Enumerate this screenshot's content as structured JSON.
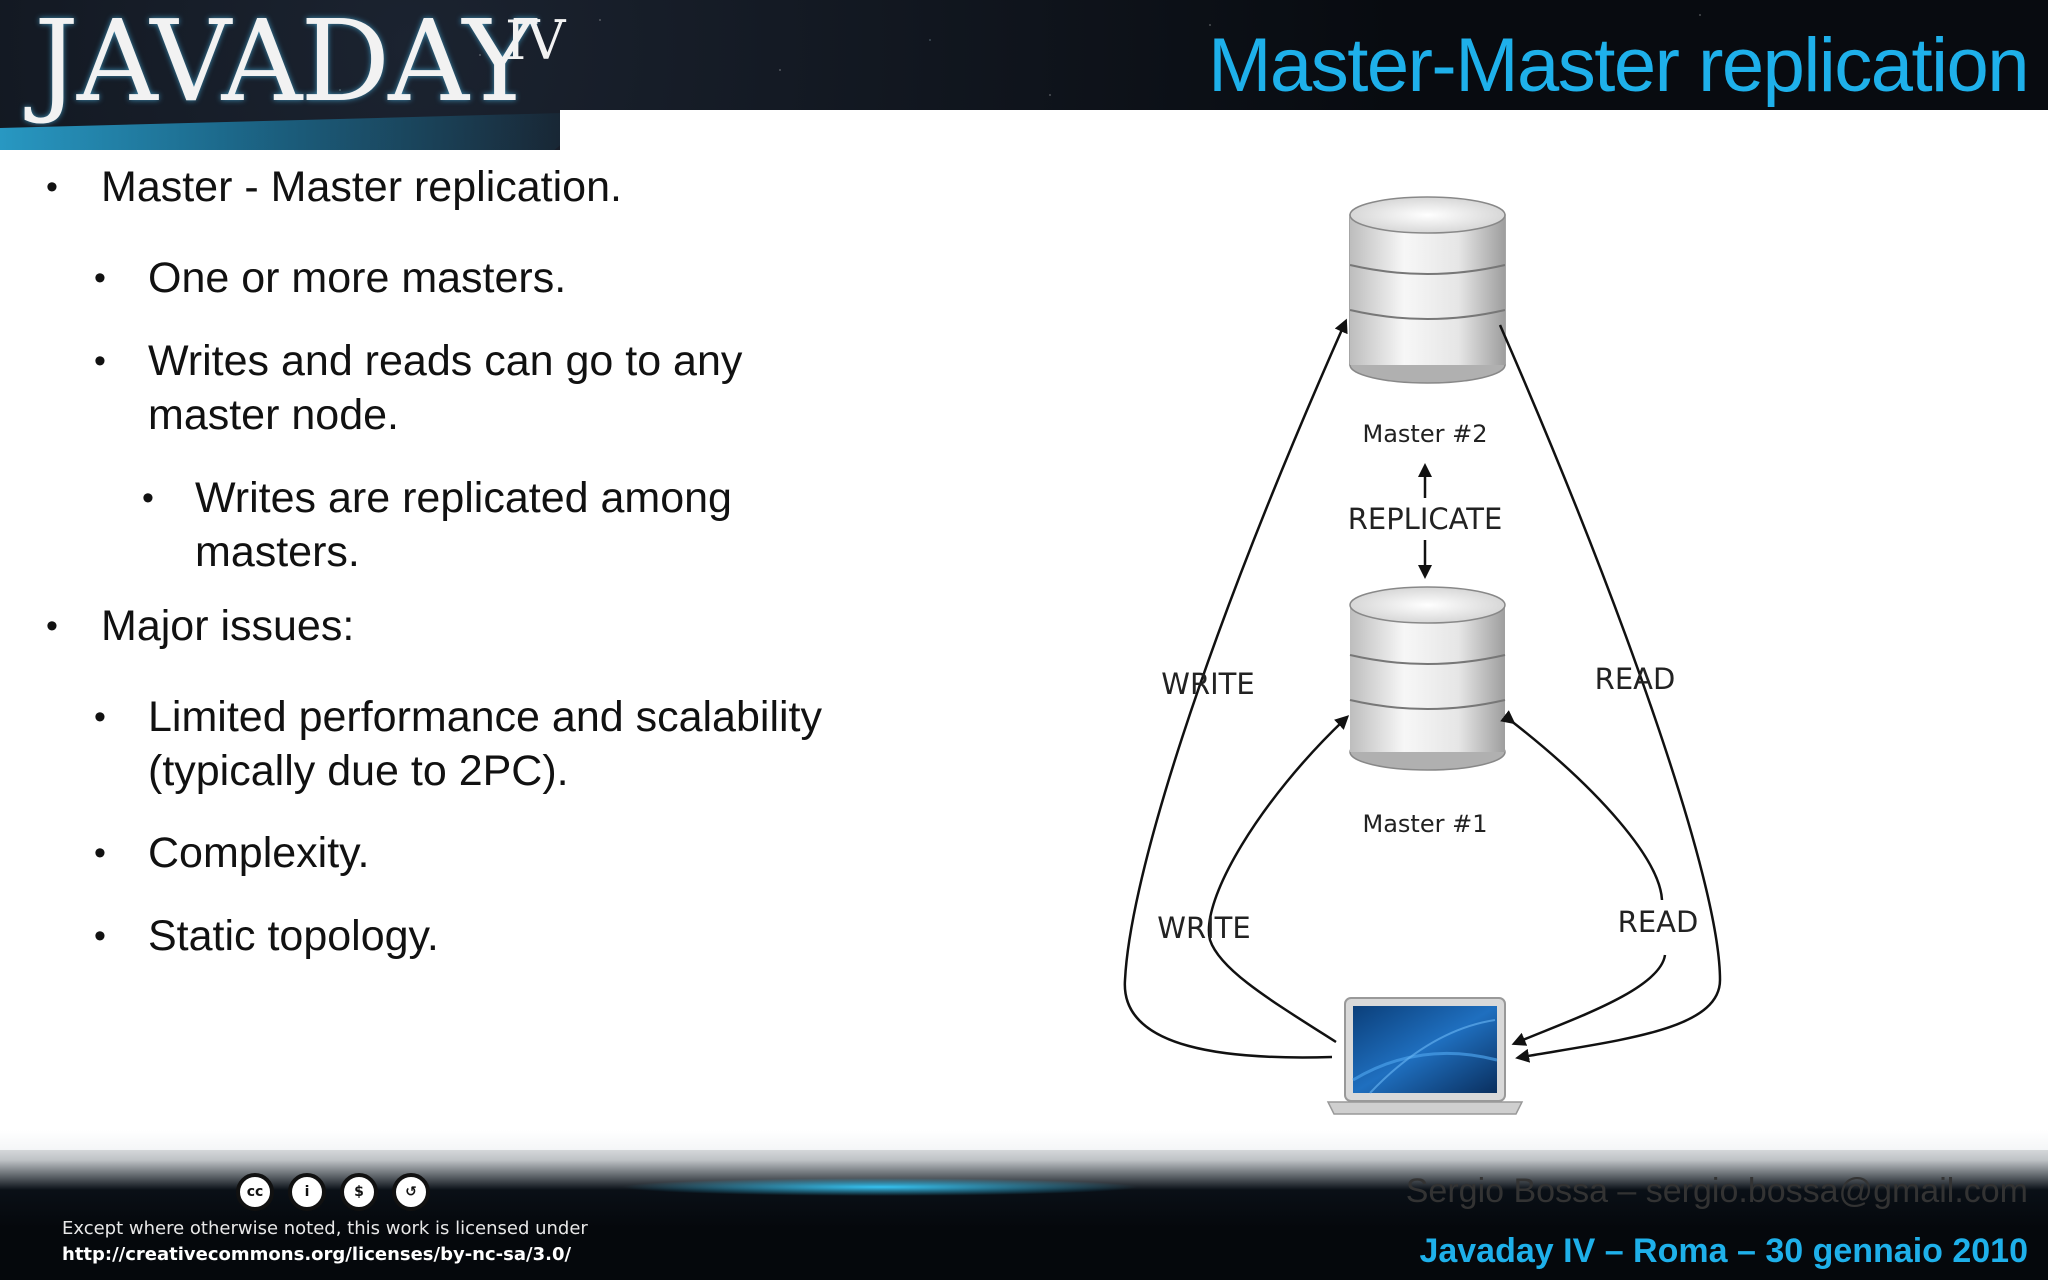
{
  "header": {
    "logo_text": "JAVADAY",
    "logo_sup": "IV",
    "title": "Master-Master replication"
  },
  "bullets": [
    {
      "level": 1,
      "text": "Master - Master replication."
    },
    {
      "level": 2,
      "text": "One or more masters."
    },
    {
      "level": 2,
      "text": "Writes and reads can go to any master node."
    },
    {
      "level": 3,
      "text": "Writes are replicated among masters."
    },
    {
      "level": 1,
      "text": "Major issues:"
    },
    {
      "level": 2,
      "text": "Limited performance and scalability (typically due to 2PC)."
    },
    {
      "level": 2,
      "text": "Complexity."
    },
    {
      "level": 2,
      "text": "Static topology."
    }
  ],
  "bullet_glyph": "•",
  "diagram": {
    "master2_label": "Master #2",
    "master1_label": "Master #1",
    "replicate_label": "REPLICATE",
    "write_outer_label": "WRITE",
    "write_inner_label": "WRITE",
    "read_outer_label": "READ",
    "read_inner_label": "READ",
    "icons": [
      "database-icon",
      "database-icon",
      "laptop-icon"
    ]
  },
  "footer": {
    "author": "Sergio Bossa – sergio.bossa@gmail.com",
    "event": "Javaday IV – Roma – 30 gennaio 2010",
    "license_line1": "Except where otherwise noted, this work is licensed under",
    "license_line2": "http://creativecommons.org/licenses/by-nc-sa/3.0/",
    "cc_icons": [
      {
        "name": "cc-icon",
        "glyph": "cc"
      },
      {
        "name": "attribution-icon",
        "glyph": "i"
      },
      {
        "name": "noncommercial-icon",
        "glyph": "$"
      },
      {
        "name": "sharealike-icon",
        "glyph": "↺"
      }
    ]
  },
  "colors": {
    "title_blue": "#1eb0ea",
    "text": "#111111"
  }
}
